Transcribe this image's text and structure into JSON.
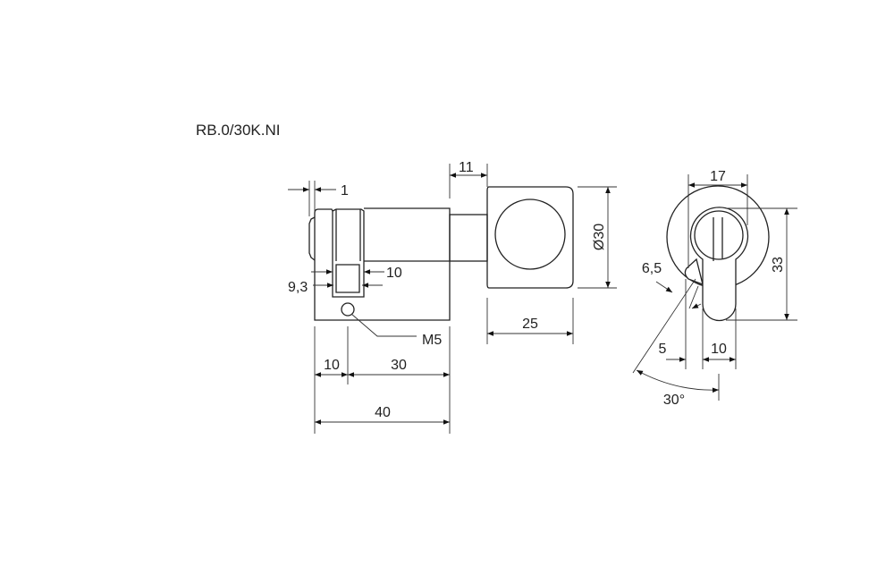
{
  "title": "RB.0/30K.NI",
  "side_view": {
    "dim_front_offset": "1",
    "dim_knob_shaft": "11",
    "dim_knob_diameter": "Ø30",
    "dim_knob_length": "25",
    "dim_cam_width": "10",
    "dim_cam_height": "9,3",
    "screw_label": "M5",
    "dim_front_to_screw": "10",
    "dim_screw_to_end": "30",
    "dim_total_length": "40"
  },
  "end_view": {
    "dim_rose_width": "17",
    "dim_profile_height": "33",
    "dim_cam_offset": "6,5",
    "dim_cam_side": "5",
    "dim_profile_width": "10",
    "dim_angle": "30°"
  }
}
